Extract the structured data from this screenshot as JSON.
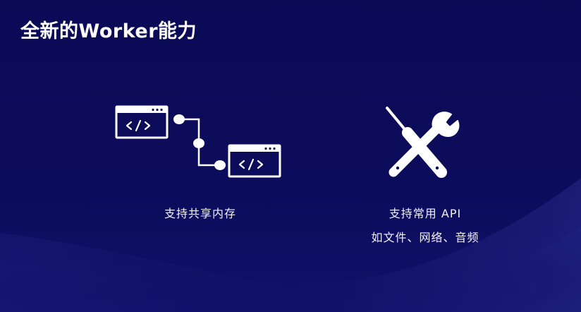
{
  "slide": {
    "title": "全新的Worker能力",
    "features": [
      {
        "icon": "linked-code-windows-icon",
        "lines": [
          "支持共享内存"
        ]
      },
      {
        "icon": "wrench-screwdriver-icon",
        "lines": [
          "支持常用 API",
          "如文件、网络、音频"
        ]
      }
    ]
  },
  "colors": {
    "background": "#0b0b57",
    "text": "#ffffff",
    "accent_wave": "#2a2a8a"
  }
}
